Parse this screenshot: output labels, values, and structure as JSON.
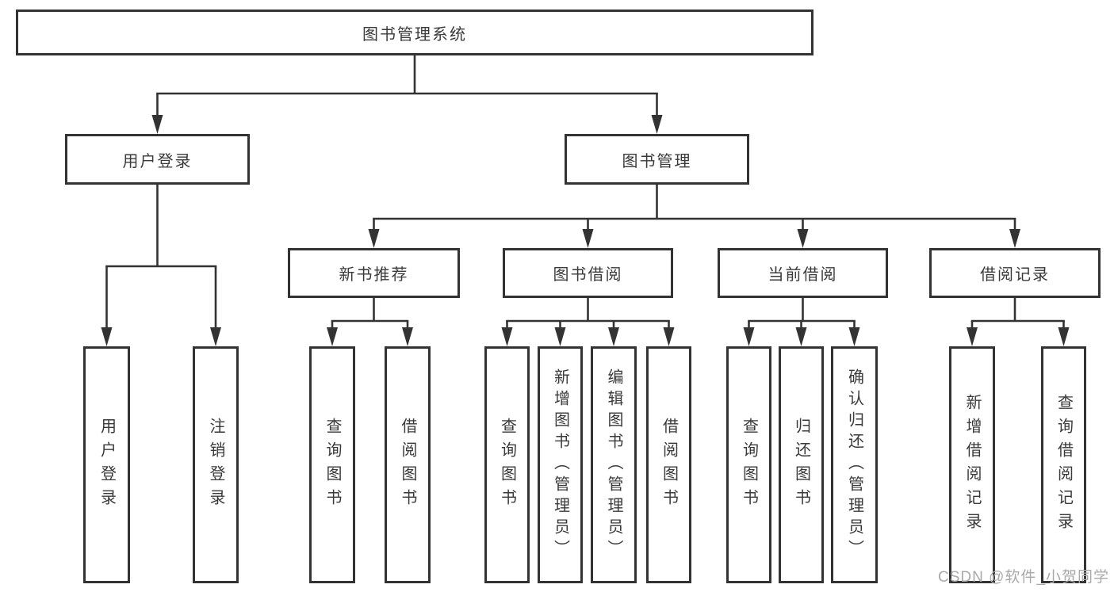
{
  "diagram": {
    "root": "图书管理系统",
    "level2": {
      "user_login": "用户登录",
      "book_management": "图书管理"
    },
    "level3": {
      "new_books": "新书推荐",
      "book_borrow": "图书借阅",
      "current_borrow": "当前借阅",
      "borrow_records": "借阅记录"
    },
    "leaves": {
      "user_login": [
        "用户登录",
        "注销登录"
      ],
      "new_books": [
        "查询图书",
        "借阅图书"
      ],
      "book_borrow": [
        "查询图书",
        "新增图书（管理员）",
        "编辑图书（管理员）",
        "借阅图书"
      ],
      "current_borrow": [
        "查询图书",
        "归还图书",
        "确认归还（管理员）"
      ],
      "borrow_records": [
        "新增借阅记录",
        "查询借阅记录"
      ]
    }
  },
  "watermark": "CSDN @软件_小贺同学",
  "colors": {
    "line": "#333333",
    "box_border": "#333333",
    "box_fill": "#ffffff",
    "text": "#3a3a3a",
    "watermark": "#a9a9a9",
    "background": "#ffffff"
  }
}
